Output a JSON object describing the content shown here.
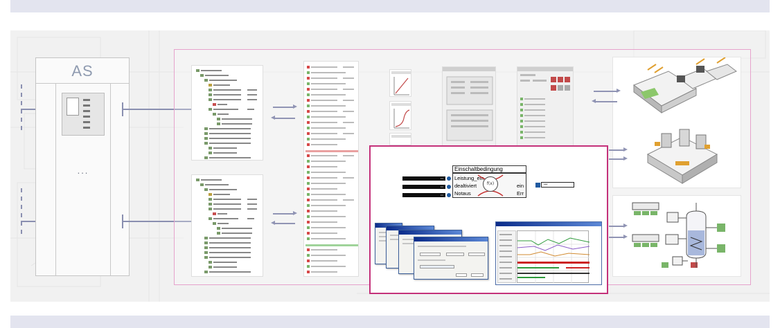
{
  "as_box": {
    "label": "AS",
    "ellipsis": "..."
  },
  "function_block": {
    "title": "Einschaltbedingung",
    "inputs": [
      "Leistung_ein",
      "dealtiviert",
      "Notaus"
    ],
    "outputs": [
      "ein",
      "Err"
    ],
    "symbol": "f(x)"
  },
  "colors": {
    "band": "#e3e4ef",
    "frame": "#e6a2cc",
    "main_frame": "#c4317a",
    "connector": "#8a8fb0",
    "as_text": "#8f9bb0"
  }
}
